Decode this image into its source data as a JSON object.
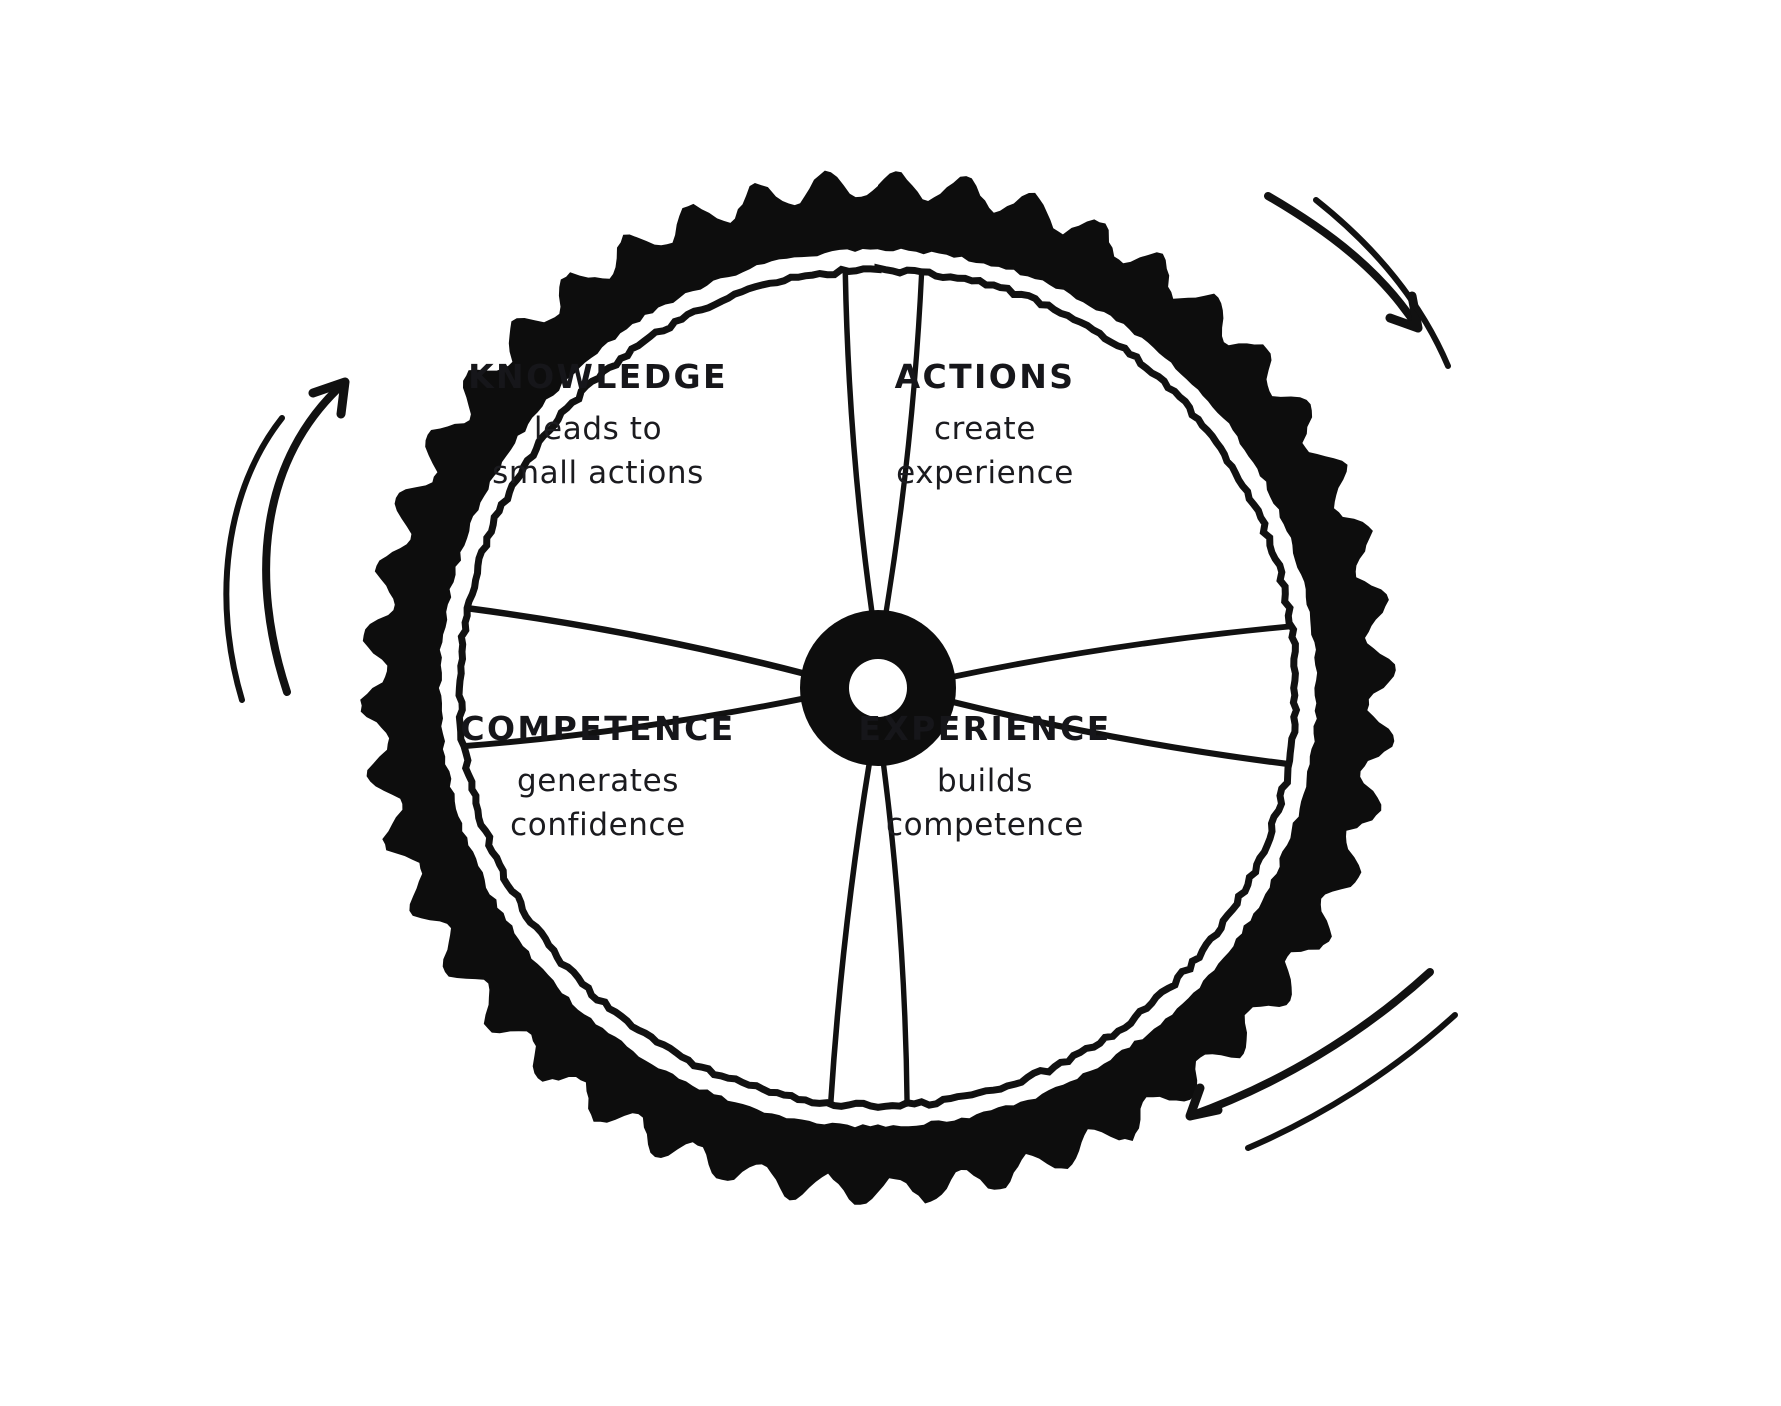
{
  "diagram": {
    "type": "cycle-wheel",
    "style": "hand-drawn black ink on white",
    "colors": {
      "ink": "#111111",
      "background": "#ffffff",
      "tire": "#0d0d0d"
    },
    "hub": {
      "name": "wheel-hub",
      "outer_radius": 78,
      "inner_radius": 29
    },
    "rotation_arrows": [
      {
        "name": "rotation-arrow-left",
        "direction": "up",
        "position": "left"
      },
      {
        "name": "rotation-arrow-top-right",
        "direction": "down-right",
        "position": "top-right"
      },
      {
        "name": "rotation-arrow-bottom-right",
        "direction": "down-left",
        "position": "bottom-right"
      }
    ],
    "segments": [
      {
        "id": "knowledge",
        "position": "top-left",
        "title": "KNOWLEDGE",
        "subtitle_lines": [
          "leads to",
          "small actions"
        ],
        "subtitle": "leads to small actions"
      },
      {
        "id": "actions",
        "position": "top-right",
        "title": "ACTIONS",
        "subtitle_lines": [
          "create",
          "experience"
        ],
        "subtitle": "create experience"
      },
      {
        "id": "competence",
        "position": "bottom-left",
        "title": "COMPETENCE",
        "subtitle_lines": [
          "generates",
          "confidence"
        ],
        "subtitle": "generates confidence"
      },
      {
        "id": "experience",
        "position": "bottom-right",
        "title": "EXPERIENCE",
        "subtitle_lines": [
          "builds",
          "competence"
        ],
        "subtitle": "builds competence"
      }
    ]
  }
}
